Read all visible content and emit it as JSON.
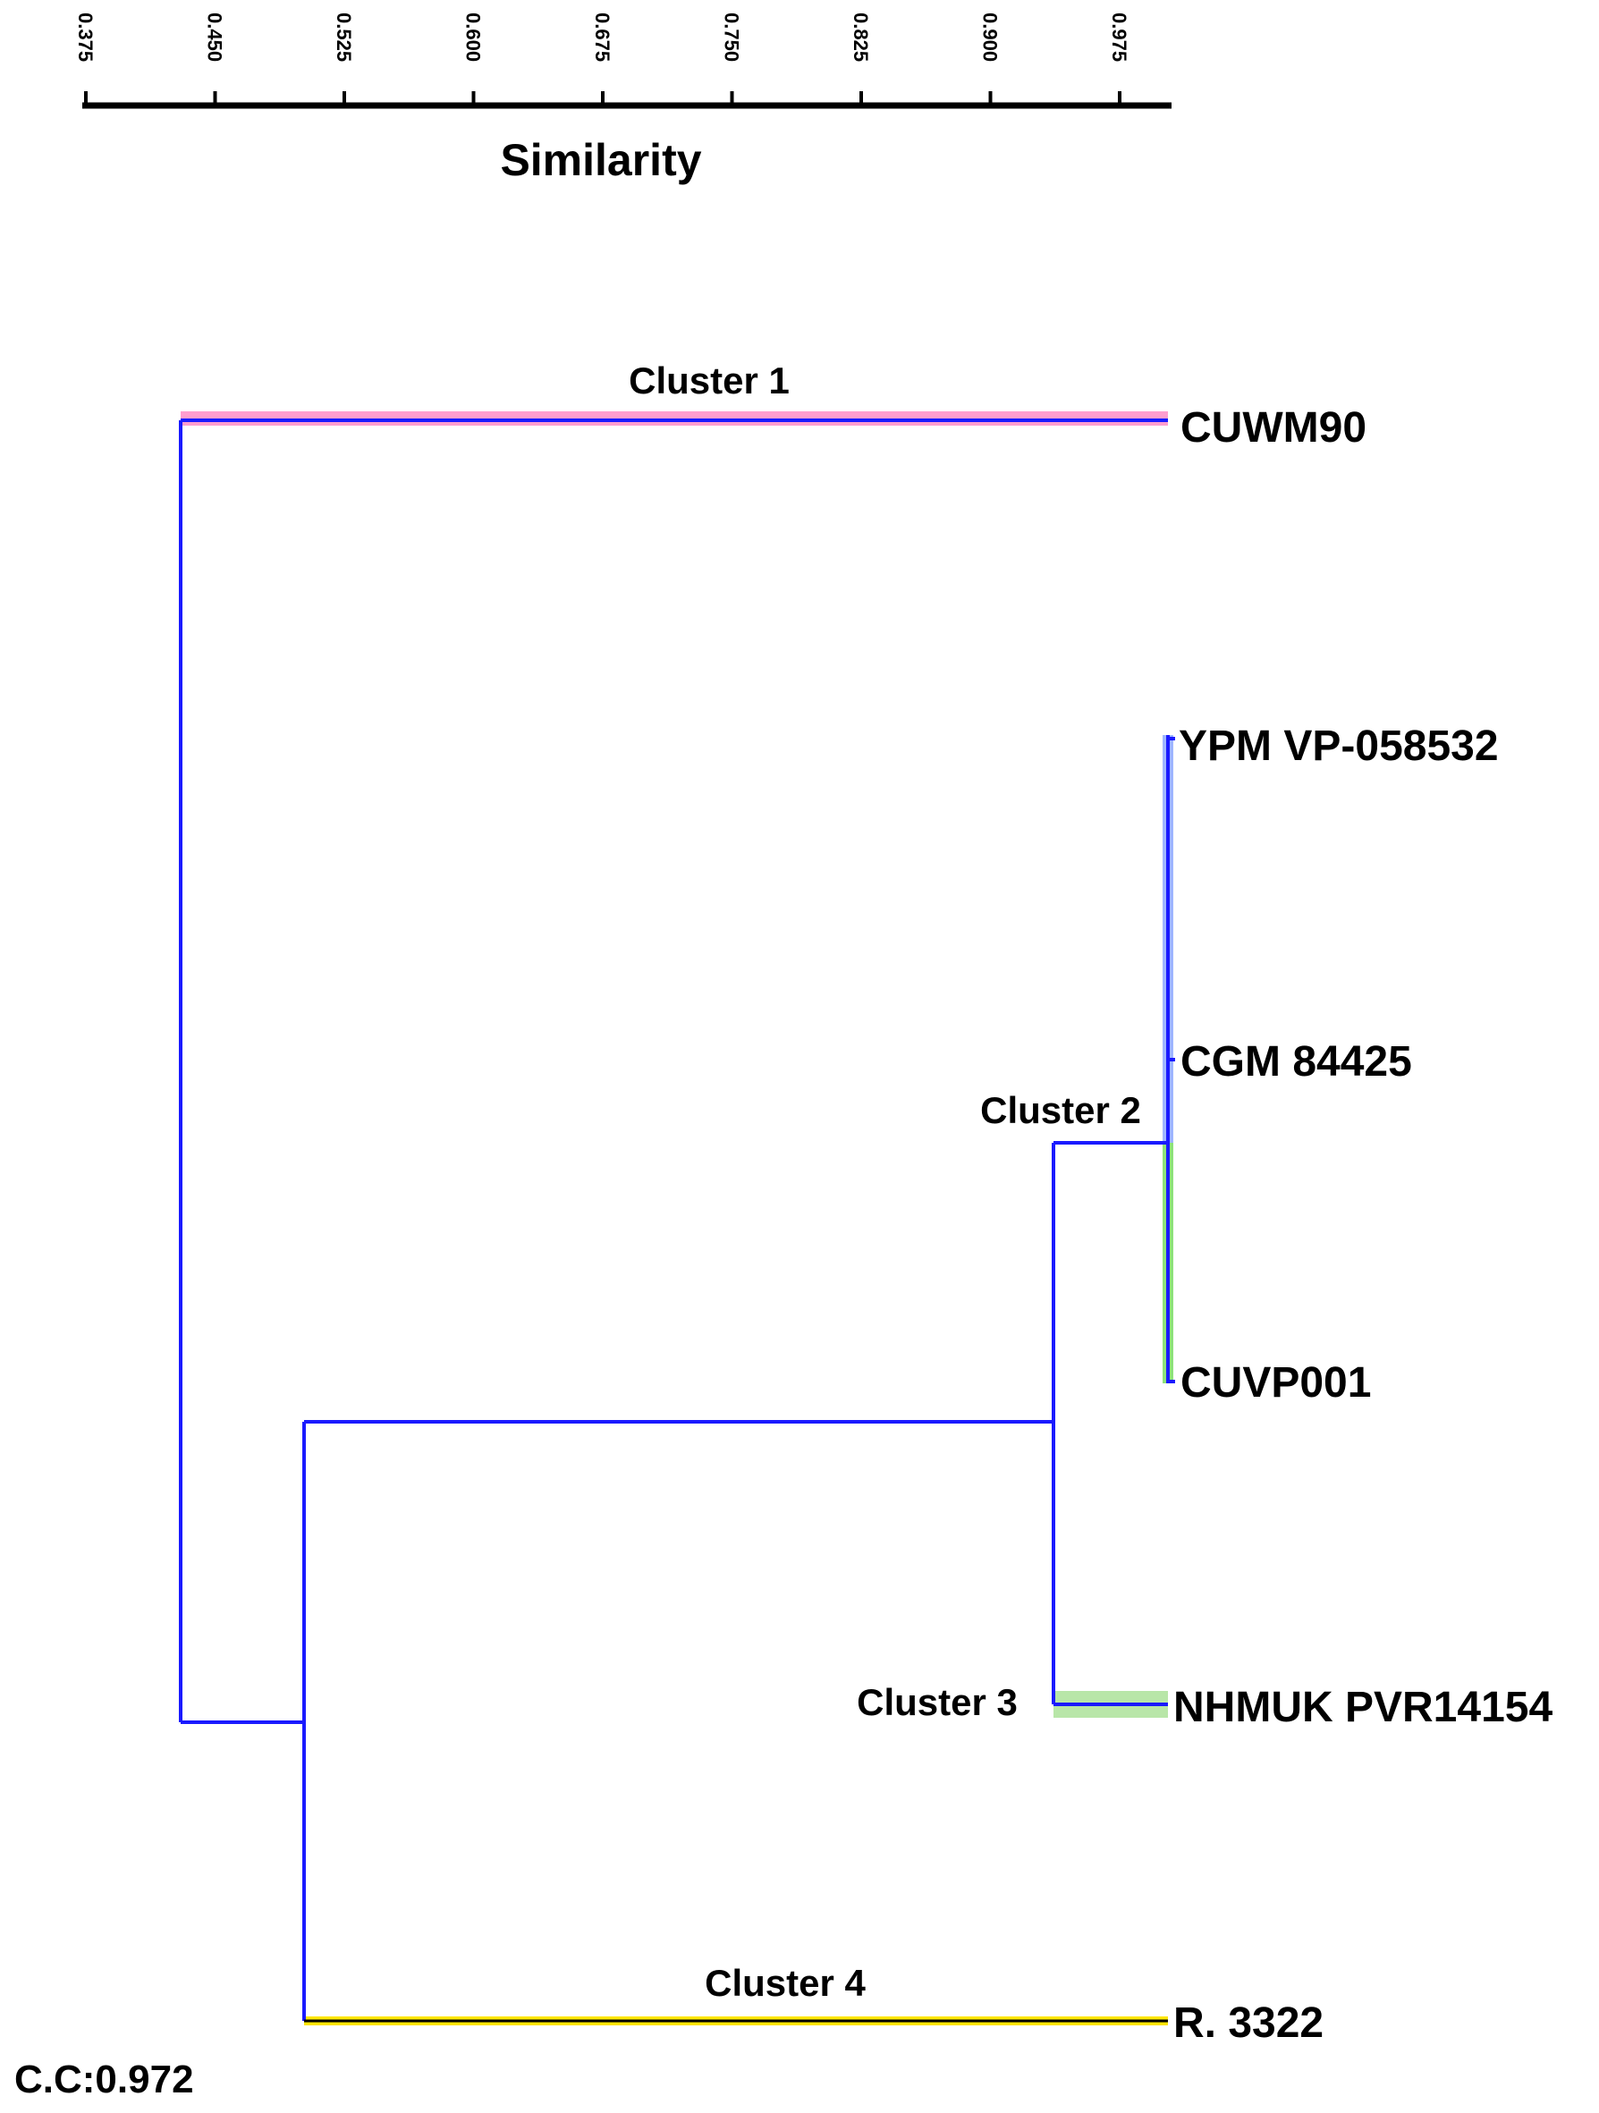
{
  "axis": {
    "title": "Similarity",
    "ticks": [
      "0.375",
      "0.450",
      "0.525",
      "0.600",
      "0.675",
      "0.750",
      "0.825",
      "0.900",
      "0.975"
    ],
    "range": [
      0.375,
      0.99
    ]
  },
  "leaves": [
    {
      "id": "CUWM90",
      "label": "CUWM90"
    },
    {
      "id": "YPM",
      "label": "YPM VP-058532"
    },
    {
      "id": "CGM",
      "label": "CGM 84425"
    },
    {
      "id": "CUVP001",
      "label": "CUVP001"
    },
    {
      "id": "NHMUK",
      "label": "NHMUK PVR14154"
    },
    {
      "id": "R3322",
      "label": "R. 3322"
    }
  ],
  "nodes": [
    {
      "id": "n_ypm_cgm",
      "similarity": 0.99,
      "children": [
        "YPM",
        "CGM",
        "CUVP001"
      ]
    },
    {
      "id": "n_cluster2_3",
      "similarity": 0.925,
      "children": [
        "n_ypm_cgm",
        "NHMUK"
      ]
    },
    {
      "id": "n_cluster234a",
      "similarity": 0.5,
      "children": [
        "n_cluster2_3",
        "R3322"
      ]
    },
    {
      "id": "n_root",
      "similarity": 0.43,
      "children": [
        "CUWM90",
        "n_cluster234a"
      ]
    }
  ],
  "clusters": [
    {
      "label": "Cluster 1",
      "color": "#ff9ecf"
    },
    {
      "label": "Cluster 2",
      "color": "#9fb6ff"
    },
    {
      "label": "Cluster 3",
      "color": "#b8e6a8"
    },
    {
      "label": "Cluster 4",
      "color": "#ffe600"
    }
  ],
  "cophenetic": "C.C:0.972",
  "colors": {
    "branch": "#1a1aff",
    "cluster1": "#ff9ecf",
    "cluster2": "#9fb6ff",
    "cluster2b": "#8ee27a",
    "cluster3": "#b8e6a8",
    "cluster4": "#ffe600"
  }
}
